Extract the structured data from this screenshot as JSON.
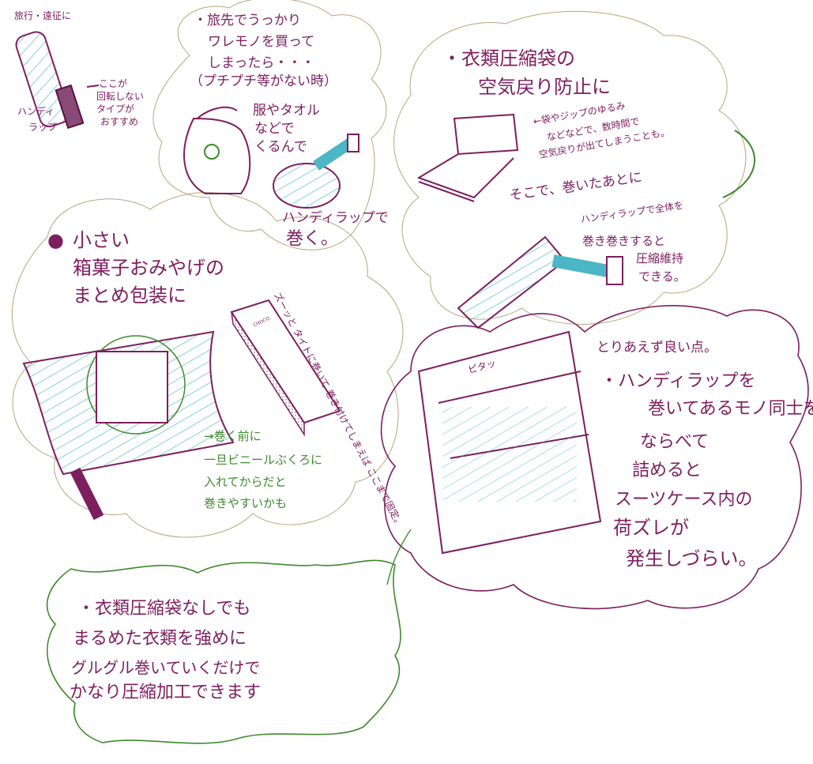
{
  "handy_wrap_note": {
    "heading": "旅行・遠征に",
    "label_line1": "ハンディ",
    "label_line2": "ラップ",
    "tip_line1": "ここが",
    "tip_line2": "回転しない",
    "tip_line3": "タイプが",
    "tip_line4": "おすすめ"
  },
  "fragile_cloud": {
    "line1": "・旅先でうっかり",
    "line2": "ワレモノを買って",
    "line3": "しまったら・・・",
    "note": "（プチプチ等がない時）",
    "wrap1": "服やタオル",
    "wrap2": "などで",
    "wrap3": "くるんで",
    "roll1": "ハンディラップで",
    "roll2": "巻く。"
  },
  "compression_cloud": {
    "title1": "・衣類圧縮袋の",
    "title2": "空気戻り防止に",
    "warn1": "←袋やジップのゆるみ",
    "warn2": "などなどで、数時間で",
    "warn3": "空気戻りが出てしまうことも。",
    "then": "そこで、巻いたあとに",
    "tip1": "ハンディラップで全体を",
    "tip2": "巻き巻きすると",
    "tip3": "圧縮維持",
    "tip4": "できる。"
  },
  "snack_cloud": {
    "line1": "小さい",
    "line2": "箱菓子おみやげの",
    "line3": "まとめ包装に",
    "green1": "→巻く前に",
    "green2": "一旦ビニールぶくろに",
    "green3": "入れてからだと",
    "green4": "巻きやすいかも",
    "vertical": "ズーッと タイトに巻いて 巻き付けてしまえば ここまで固定。",
    "box_label": "CHOCO"
  },
  "suitcase_cloud": {
    "sound": "ピタッ",
    "intro": "とりあえず良い点。",
    "line1": "・ハンディラップを",
    "line2": "巻いてあるモノ同士を",
    "line3": "ならべて",
    "line4": "詰めると",
    "line5": "スーツケース内の",
    "line6": "荷ズレが",
    "line7": "発生しづらい。"
  },
  "bottom_cloud": {
    "line1": "・衣類圧縮袋なしでも",
    "line2": "まるめた衣類を強めに",
    "line3": "グルグル巻いていくだけで",
    "line4": "かなり圧縮加工できます"
  },
  "colors": {
    "ink": "#7d1e5e",
    "green": "#3d8a2c",
    "cyan": "#4bb6c6",
    "cloud": "#b4a878"
  }
}
